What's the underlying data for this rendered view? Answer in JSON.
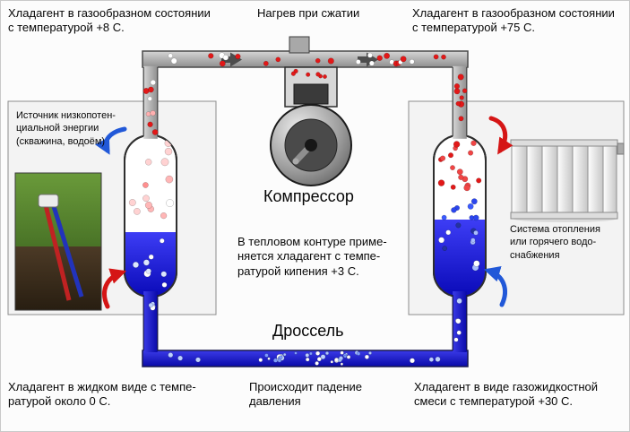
{
  "labels": {
    "top_left": "Хладагент в газообразном состоянии\nс температурой +8 С.",
    "compression_heating": "Нагрев при сжатии",
    "top_right": "Хладагент в газообразном состоянии\nс температурой +75 С.",
    "source": "Источник низкопотен-\nциальной энергии\n(скважина, водоём)",
    "compressor": "Компрессор",
    "circuit_note": "В тепловом контуре приме-\nняется хладагент с темпе-\nратурой кипения +3 С.",
    "heating_system": "Система отопления\nили горячего водо-\nснабжения",
    "throttle": "Дроссель",
    "bottom_left": "Хладагент в жидком виде с темпе-\nратурой около 0 С.",
    "pressure_drop": "Происходит падение\nдавления",
    "bottom_right": "Хладагент в виде газожидкостной\nсмеси с температурой +30 С."
  },
  "colors": {
    "hot_gas_dot": "#e21818",
    "liquid_blue": "#1515cf",
    "pipe_gray": "#b5b5b5",
    "arrow_red": "#d51515",
    "arrow_blue": "#2158d8",
    "background": "#fcfcfc"
  }
}
